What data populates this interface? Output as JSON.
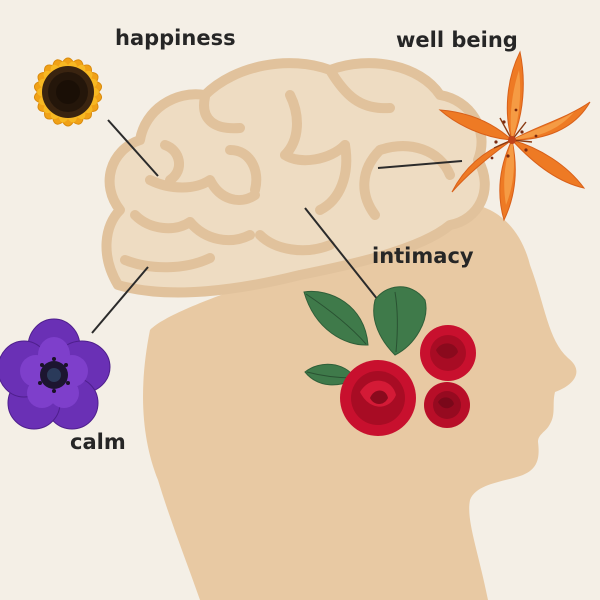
{
  "labels": {
    "happiness": "happiness",
    "well_being": "well being",
    "intimacy": "intimacy",
    "calm": "calm"
  },
  "colors": {
    "background": "#f4efe6",
    "head": "#e8c9a3",
    "brain_fill": "#eedcc2",
    "brain_outline": "#e1c29c",
    "connector": "#2b2b2b",
    "label_text": "#262626"
  },
  "flowers": {
    "sunflower": "sunflower",
    "lily": "orange lily",
    "roses": "red roses",
    "anemone": "purple anemone"
  }
}
